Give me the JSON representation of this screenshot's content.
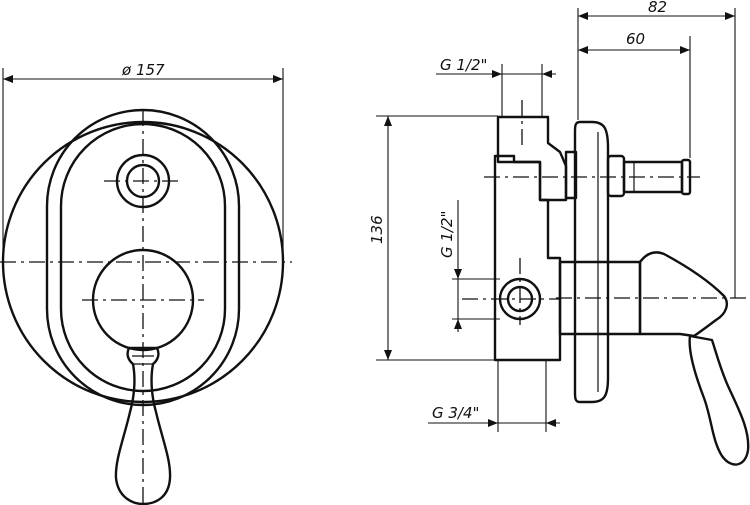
{
  "front_view": {
    "diameter_label": "ø 157"
  },
  "side_view": {
    "depth_total_label": "82",
    "depth_spindle_label": "60",
    "thread_top_label": "G 1/2\"",
    "height_label": "136",
    "thread_middle_label": "G 1/2\"",
    "thread_bottom_label": "G 3/4\""
  }
}
